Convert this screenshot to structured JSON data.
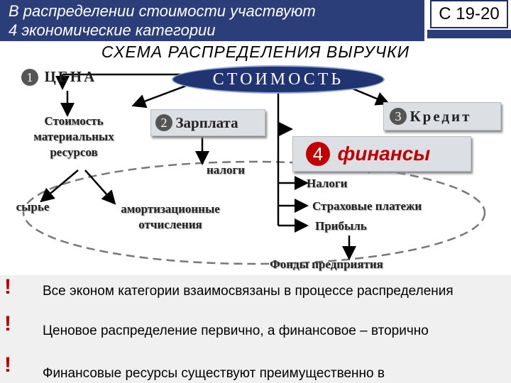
{
  "header": {
    "title": "В распределении стоимости участвуют\n4 экономические категории",
    "slide_number": "С 19-20"
  },
  "scheme": {
    "title": "СХЕМА РАСПРЕДЕЛЕНИЯ ВЫРУЧКИ",
    "center": "СТОИМОСТЬ",
    "categories": [
      {
        "num": "1",
        "label": "ЦЕНА"
      },
      {
        "num": "2",
        "label": "Зарплата"
      },
      {
        "num": "3",
        "label": "Кредит"
      },
      {
        "num": "4",
        "label": "финансы"
      }
    ],
    "price_branch": {
      "material_costs": "Стоимость\nматериальных\nресурсов",
      "raw_materials": "сырье",
      "depreciation": "амортизационные\nотчисления"
    },
    "wage_branch": {
      "taxes": "налоги"
    },
    "finance_branch": {
      "taxes": "Налоги",
      "insurance": "Страховые платежи",
      "profit": "Прибыль",
      "funds": "Фонды предприятия"
    }
  },
  "notes": [
    "Все эконом категории взаимосвязаны в процессе распределения",
    "Ценовое распределение первично, а финансовое – вторично",
    "Финансовые ресурсы существуют преимущественно в"
  ],
  "colors": {
    "header_bg": "#2c3e7a",
    "ellipse_bg": "#1f3470",
    "finance_text": "#c00000",
    "accent_red": "#c00000"
  }
}
